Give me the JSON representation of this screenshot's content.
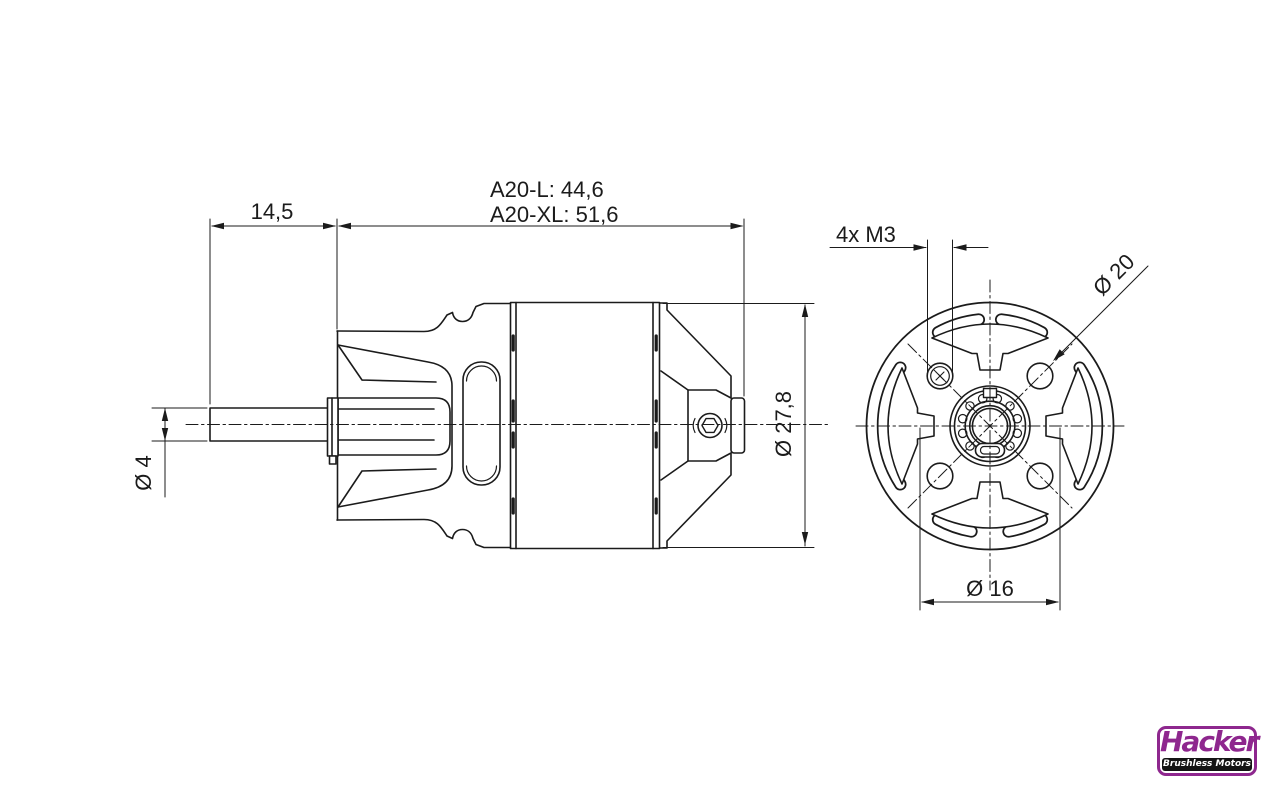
{
  "drawing": {
    "background": "#ffffff",
    "line_color": "#1b1b1b",
    "dims": {
      "protrusion": "14,5",
      "length_l": "A20-L: 44,6",
      "length_xl": "A20-XL: 51,6",
      "shaft_dia": "Ø 4",
      "body_dia": "Ø 27,8",
      "mount_holes": "4x M3",
      "hole_circle": "Ø 20",
      "mount_spacing": "Ø 16"
    }
  },
  "logo": {
    "brand": "Hacker",
    "tagline": "Brushless Motors",
    "purple": "#8e278e",
    "bar_black": "#141414"
  }
}
